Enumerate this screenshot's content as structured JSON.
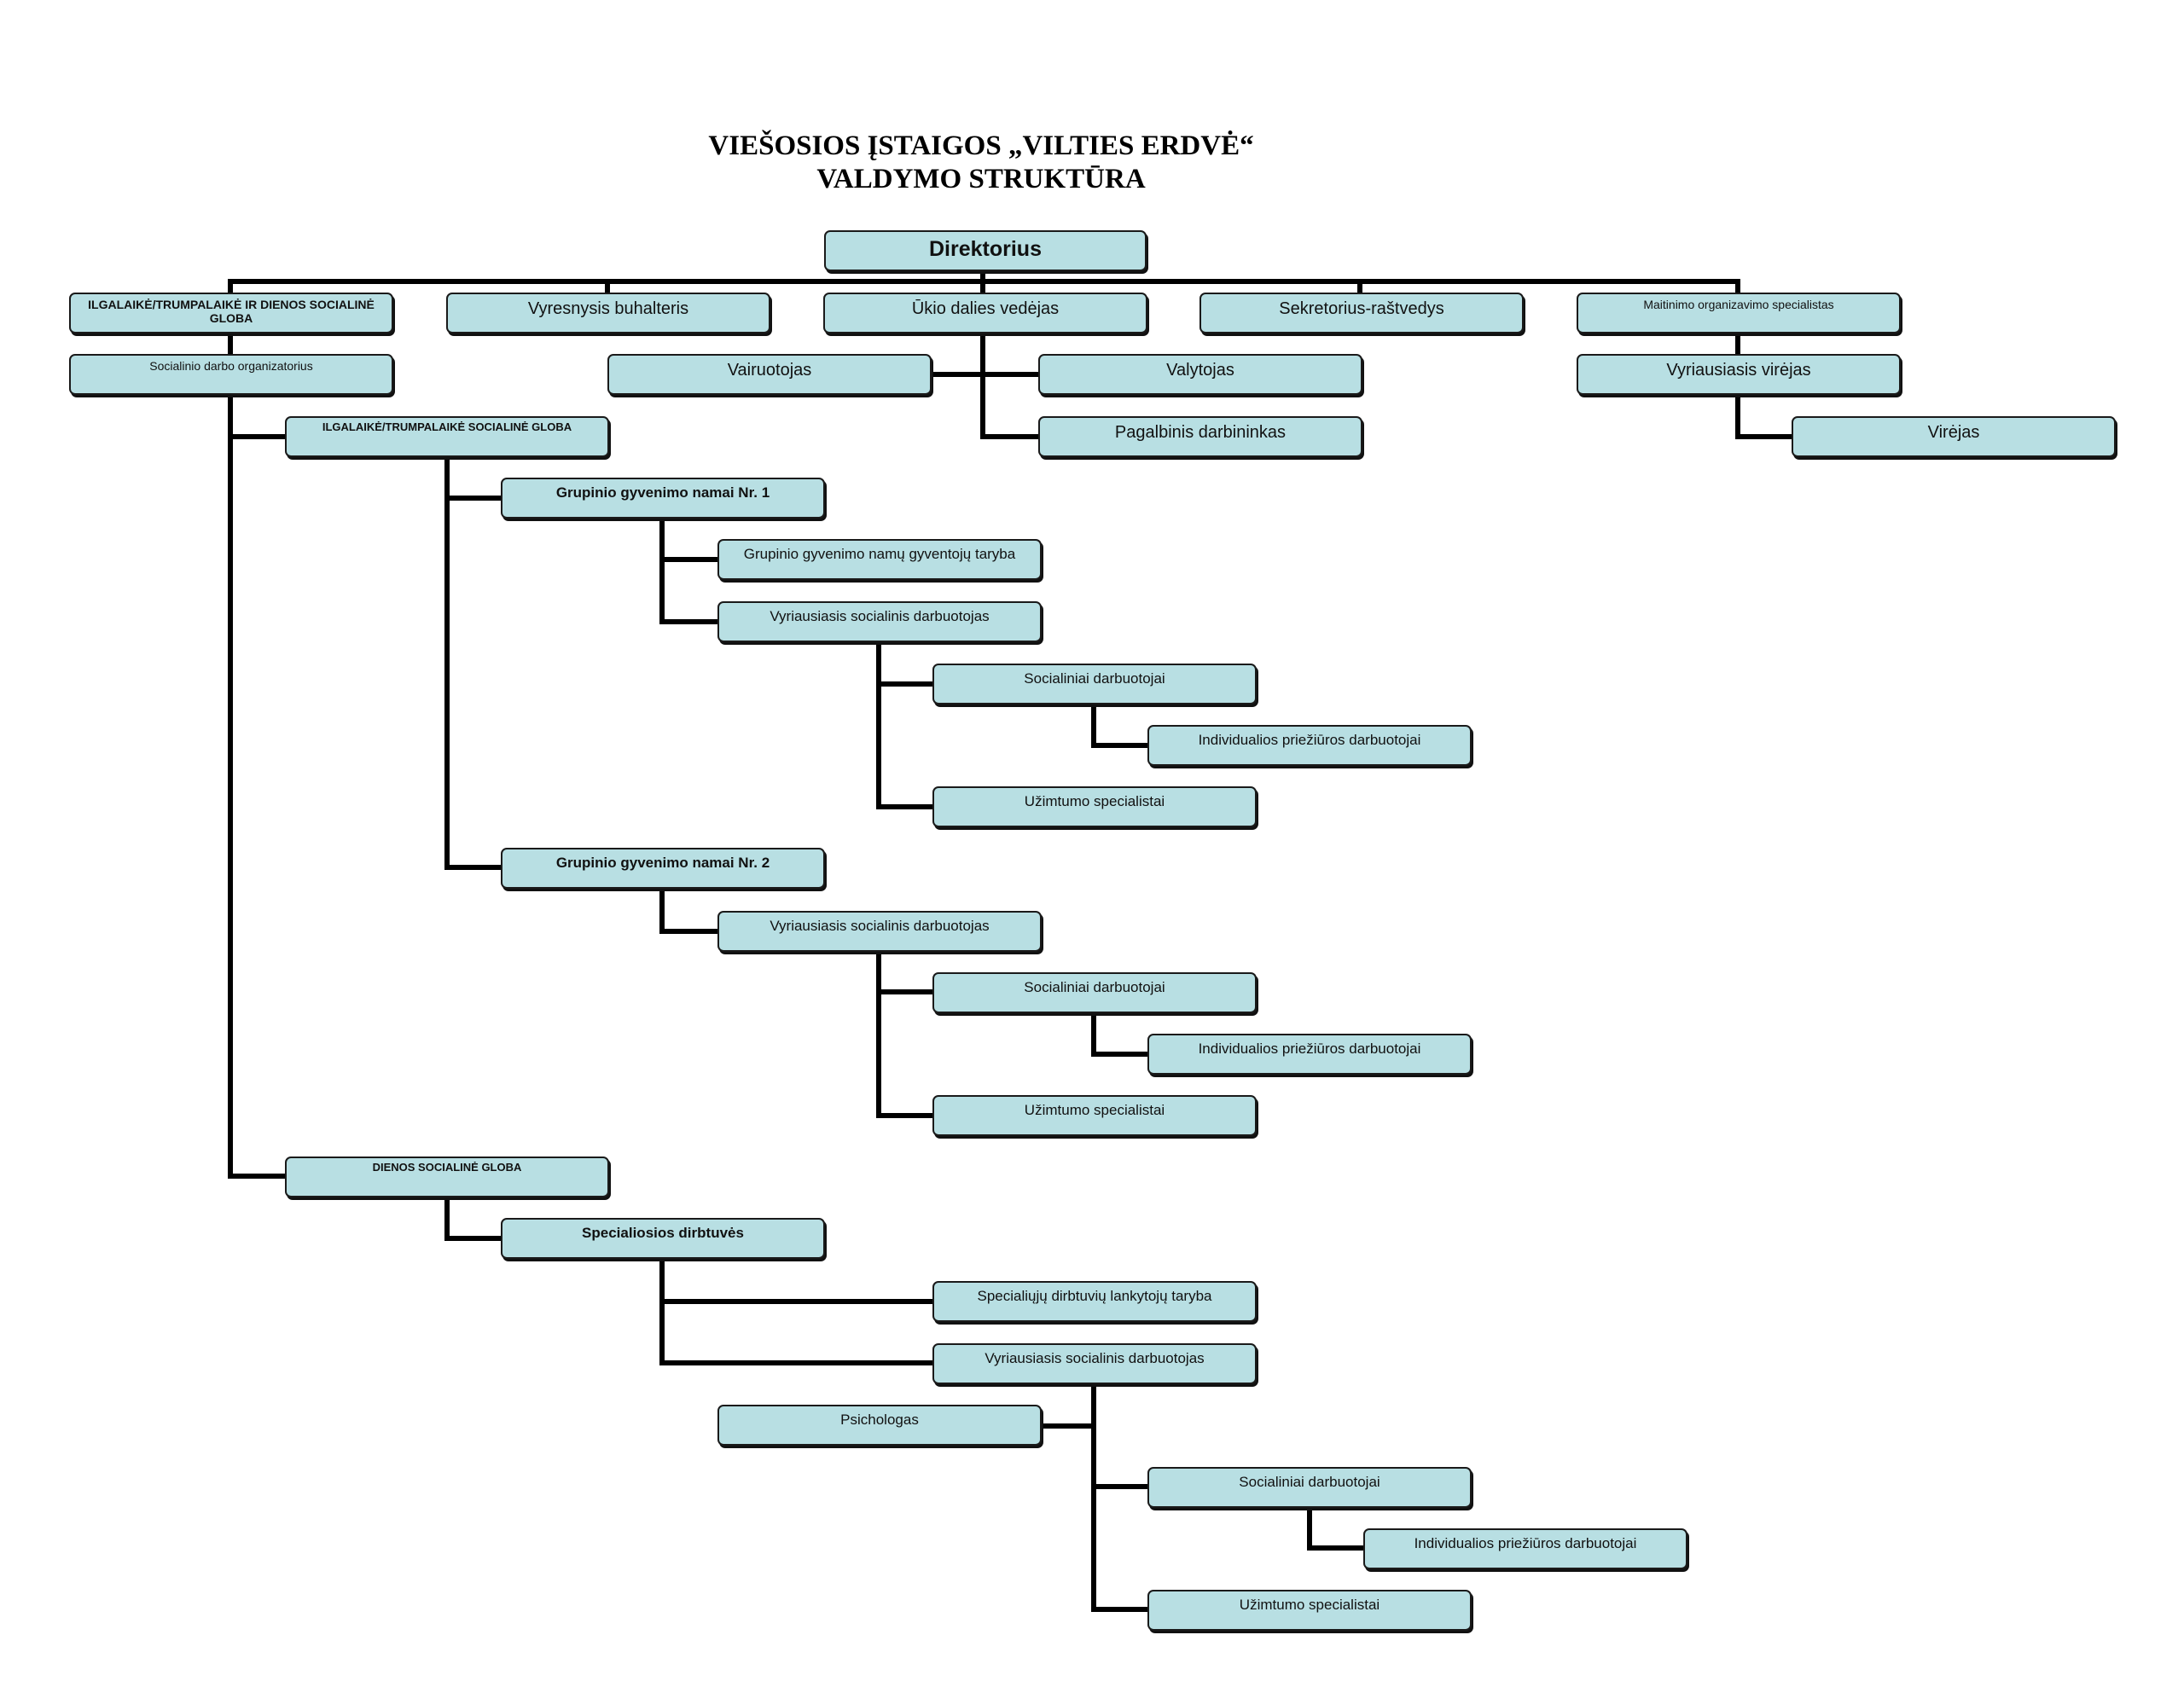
{
  "title": {
    "line1": "VIEŠOSIOS ĮSTAIGOS „VILTIES ERDVĖ“",
    "line2": "VALDYMO STRUKTŪRA"
  },
  "nodes": {
    "director": "Direktorius",
    "long_term_day_care": "ILGALAIKĖ/TRUMPALAIKĖ IR DIENOS SOCIALINĖ GLOBA",
    "senior_accountant": "Vyresnysis buhalteris",
    "facility_manager": "Ūkio dalies vedėjas",
    "secretary": "Sekretorius-raštvedys",
    "catering_specialist": "Maitinimo organizavimo specialistas",
    "social_work_organizer": "Socialinio darbo organizatorius",
    "driver": "Vairuotojas",
    "cleaner": "Valytojas",
    "auxiliary_worker": "Pagalbinis darbininkas",
    "head_chef": "Vyriausiasis virėjas",
    "chef": "Virėjas",
    "long_term_care": "ILGALAIKĖ/TRUMPALAIKĖ SOCIALINĖ GLOBA",
    "group_home_1": "Grupinio gyvenimo namai Nr. 1",
    "residents_council": "Grupinio gyvenimo namų gyventojų taryba",
    "senior_social_worker_1": "Vyriausiasis socialinis darbuotojas",
    "social_workers_1": "Socialiniai darbuotojai",
    "care_workers_1": "Individualios priežiūros darbuotojai",
    "employment_specialists_1": "Užimtumo specialistai",
    "group_home_2": "Grupinio gyvenimo namai Nr. 2",
    "senior_social_worker_2": "Vyriausiasis socialinis darbuotojas",
    "social_workers_2": "Socialiniai darbuotojai",
    "care_workers_2": "Individualios priežiūros darbuotojai",
    "employment_specialists_2": "Užimtumo specialistai",
    "day_care": "DIENOS SOCIALINĖ GLOBA",
    "workshops": "Specialiosios dirbtuvės",
    "workshop_council": "Specialiųjų dirbtuvių lankytojų taryba",
    "senior_social_worker_3": "Vyriausiasis socialinis darbuotojas",
    "psychologist": "Psichologas",
    "social_workers_3": "Socialiniai darbuotojai",
    "care_workers_3": "Individualios priežiūros darbuotojai",
    "employment_specialists_3": "Užimtumo specialistai"
  },
  "colors": {
    "box_fill": "#b8dfe3",
    "line": "#000000"
  }
}
